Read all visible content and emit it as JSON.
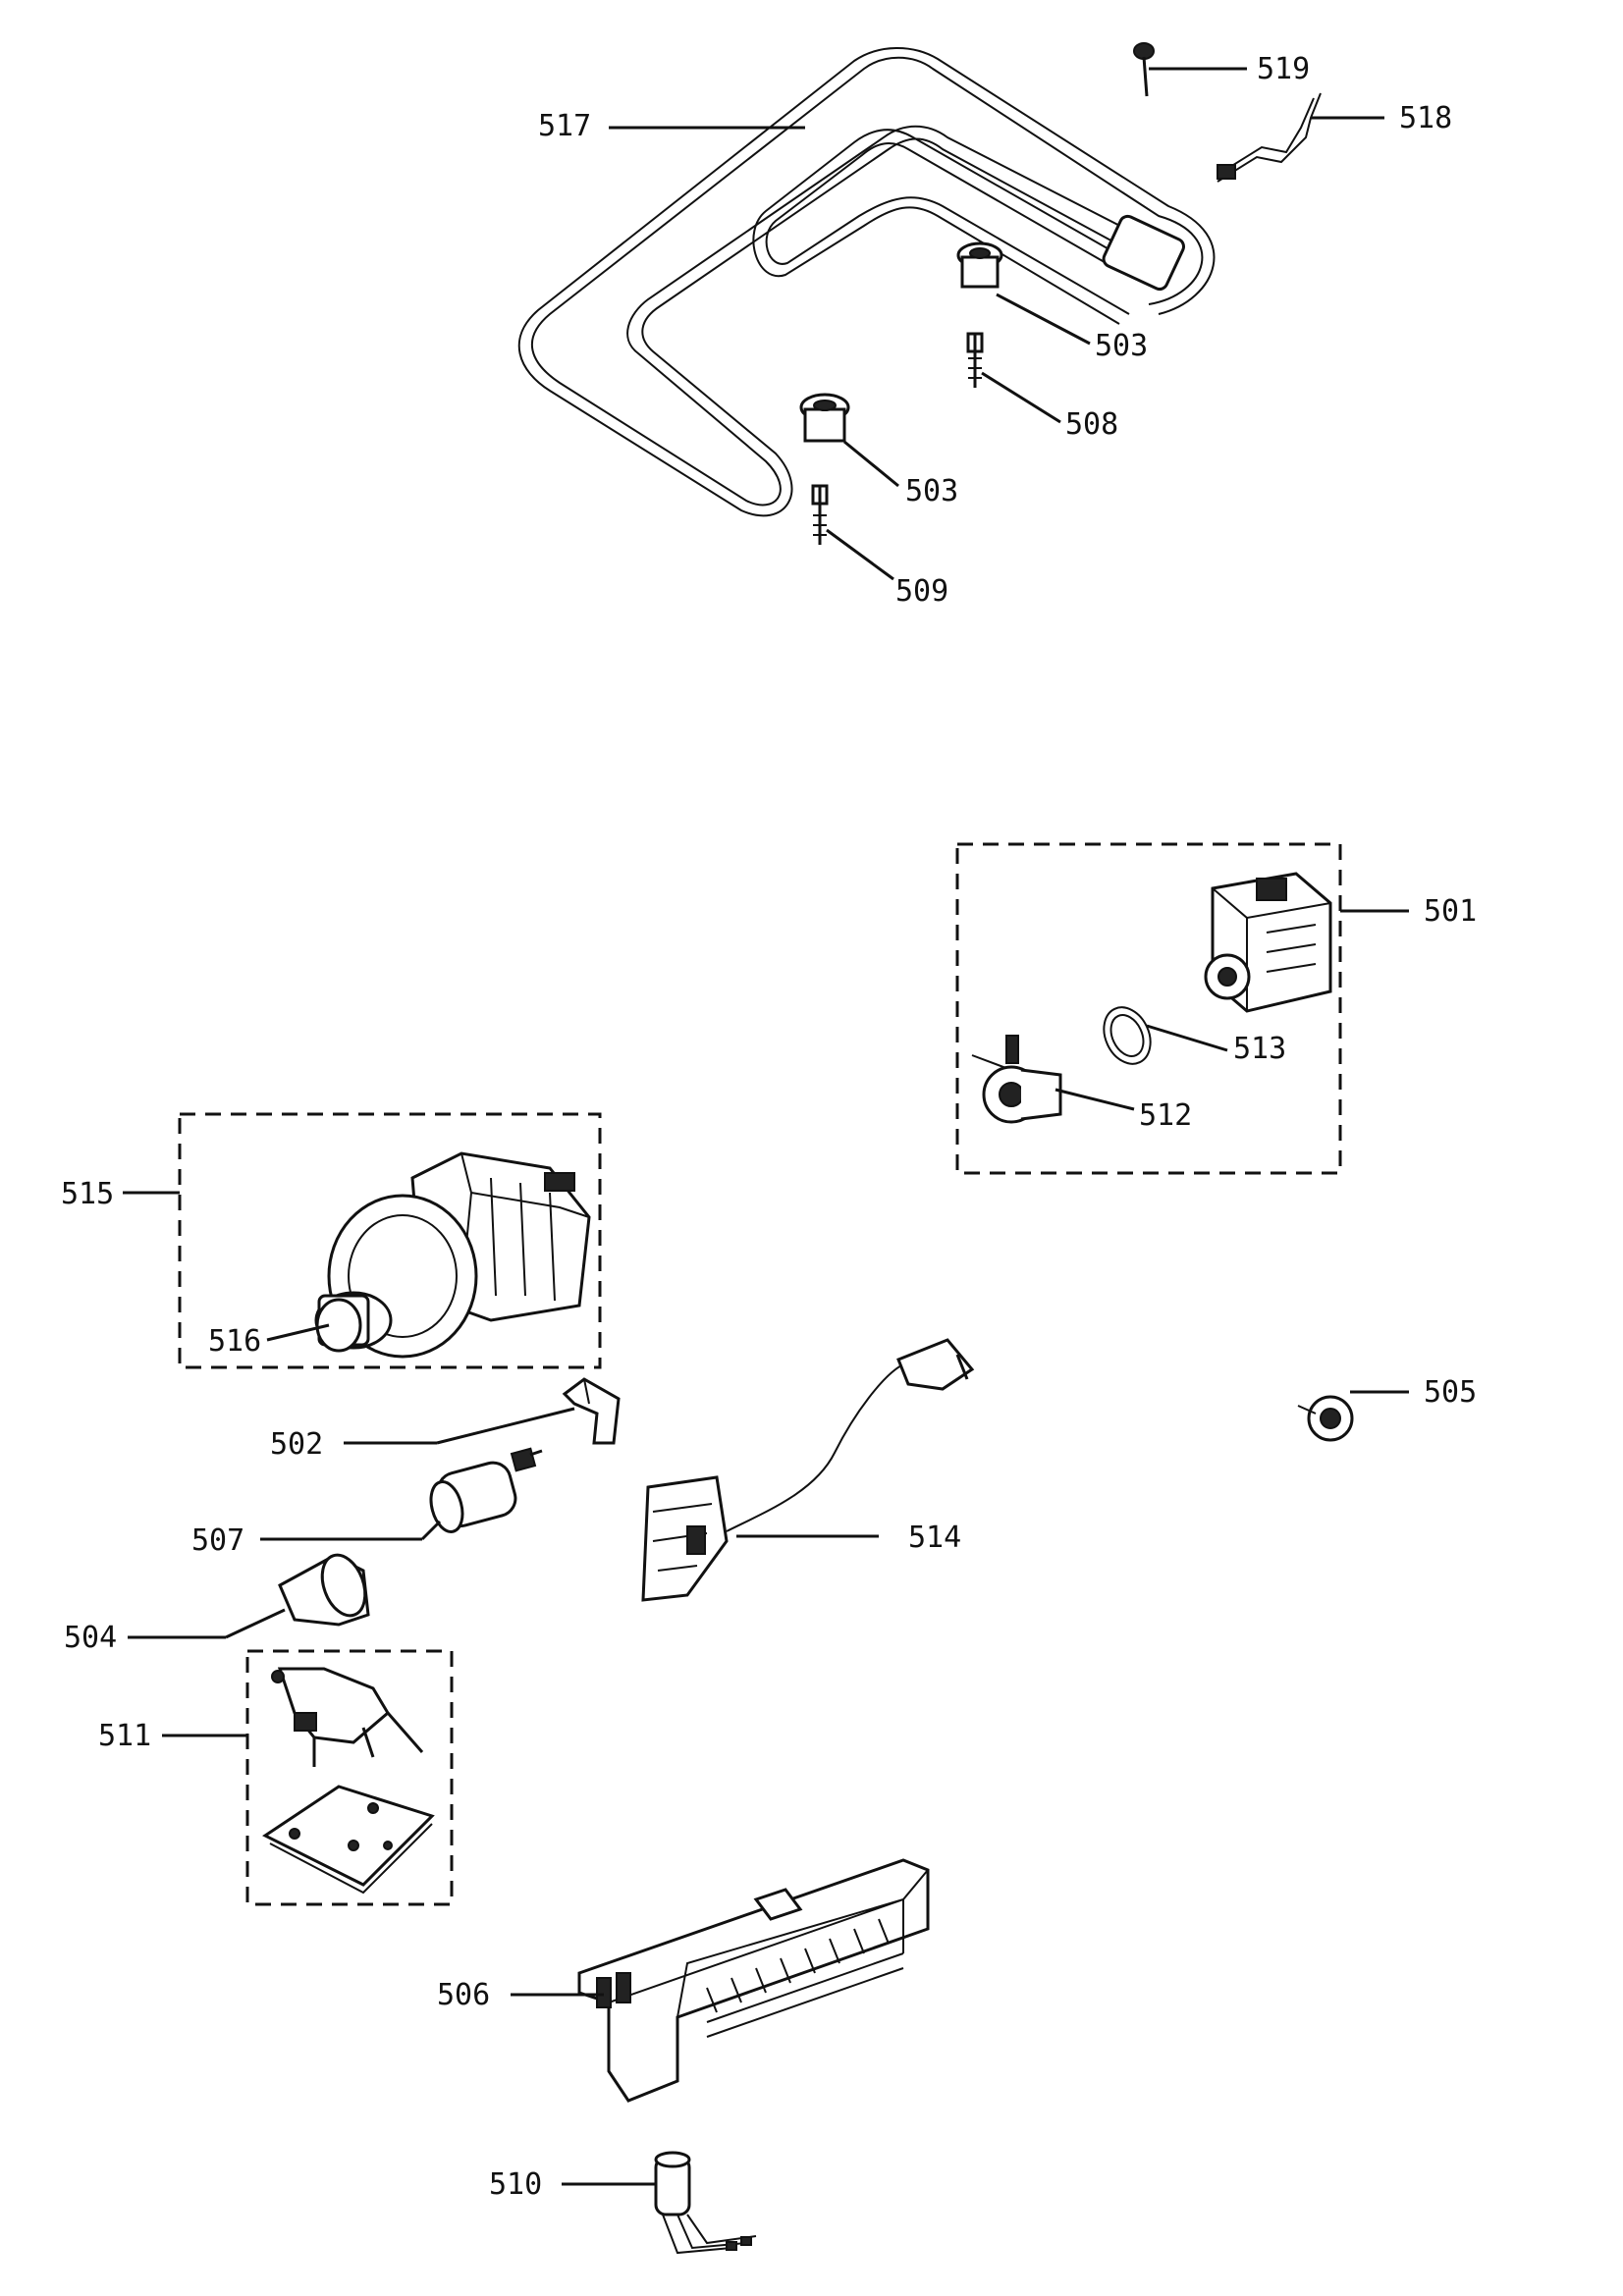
{
  "labels": {
    "p517": "517",
    "p519": "519",
    "p518": "518",
    "p503a": "503",
    "p508": "508",
    "p503b": "503",
    "p509": "509",
    "p501": "501",
    "p513": "513",
    "p512": "512",
    "p515": "515",
    "p516": "516",
    "p505": "505",
    "p502": "502",
    "p514": "514",
    "p507": "507",
    "p504": "504",
    "p511": "511",
    "p506": "506",
    "p510": "510"
  }
}
